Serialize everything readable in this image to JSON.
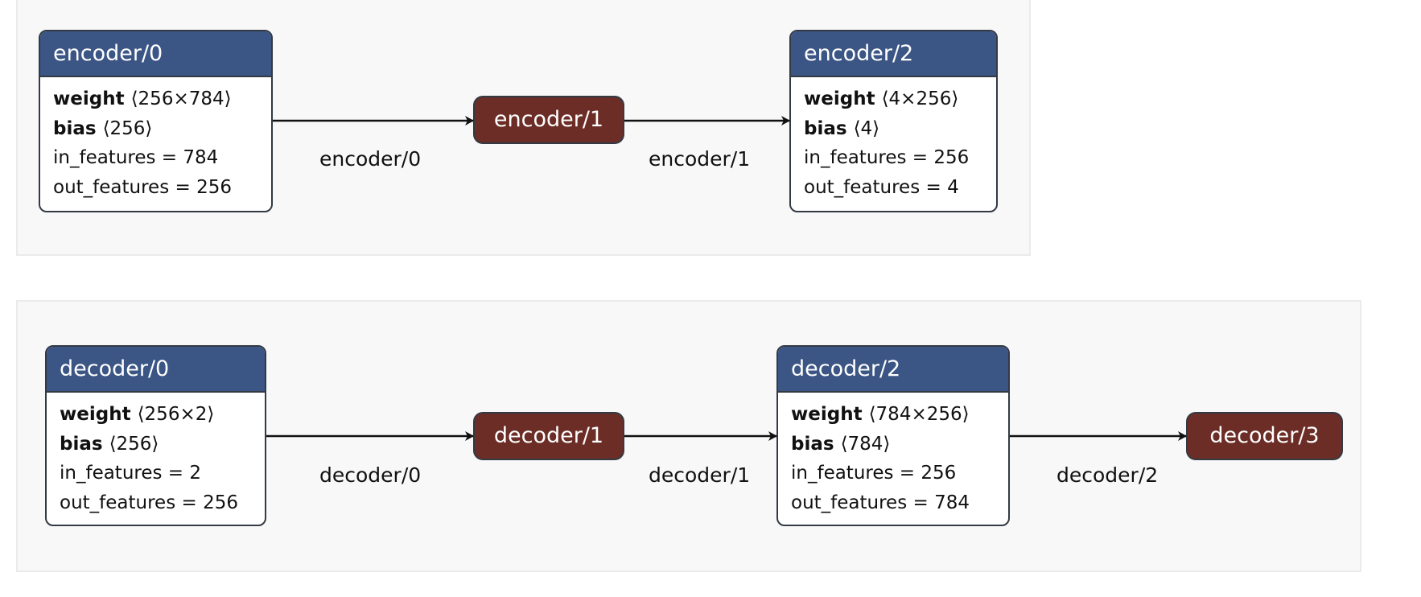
{
  "encoder": {
    "layer0": {
      "title": "encoder/0",
      "weight_name": "weight",
      "weight_shape": "⟨256×784⟩",
      "bias_name": "bias",
      "bias_shape": "⟨256⟩",
      "in_features": "in_features = 784",
      "out_features": "out_features = 256"
    },
    "act1": {
      "title": "encoder/1"
    },
    "layer2": {
      "title": "encoder/2",
      "weight_name": "weight",
      "weight_shape": "⟨4×256⟩",
      "bias_name": "bias",
      "bias_shape": "⟨4⟩",
      "in_features": "in_features = 256",
      "out_features": "out_features = 4"
    },
    "edge_labels": [
      "encoder/0",
      "encoder/1"
    ]
  },
  "decoder": {
    "layer0": {
      "title": "decoder/0",
      "weight_name": "weight",
      "weight_shape": "⟨256×2⟩",
      "bias_name": "bias",
      "bias_shape": "⟨256⟩",
      "in_features": "in_features = 2",
      "out_features": "out_features = 256"
    },
    "act1": {
      "title": "decoder/1"
    },
    "layer2": {
      "title": "decoder/2",
      "weight_name": "weight",
      "weight_shape": "⟨784×256⟩",
      "bias_name": "bias",
      "bias_shape": "⟨784⟩",
      "in_features": "in_features = 256",
      "out_features": "out_features = 784"
    },
    "act3": {
      "title": "decoder/3"
    },
    "edge_labels": [
      "decoder/0",
      "decoder/1",
      "decoder/2"
    ]
  },
  "colors": {
    "layer_header": "#3b5585",
    "activation": "#6b2d26",
    "group_background": "#f8f8f8",
    "edge": "#111111"
  }
}
